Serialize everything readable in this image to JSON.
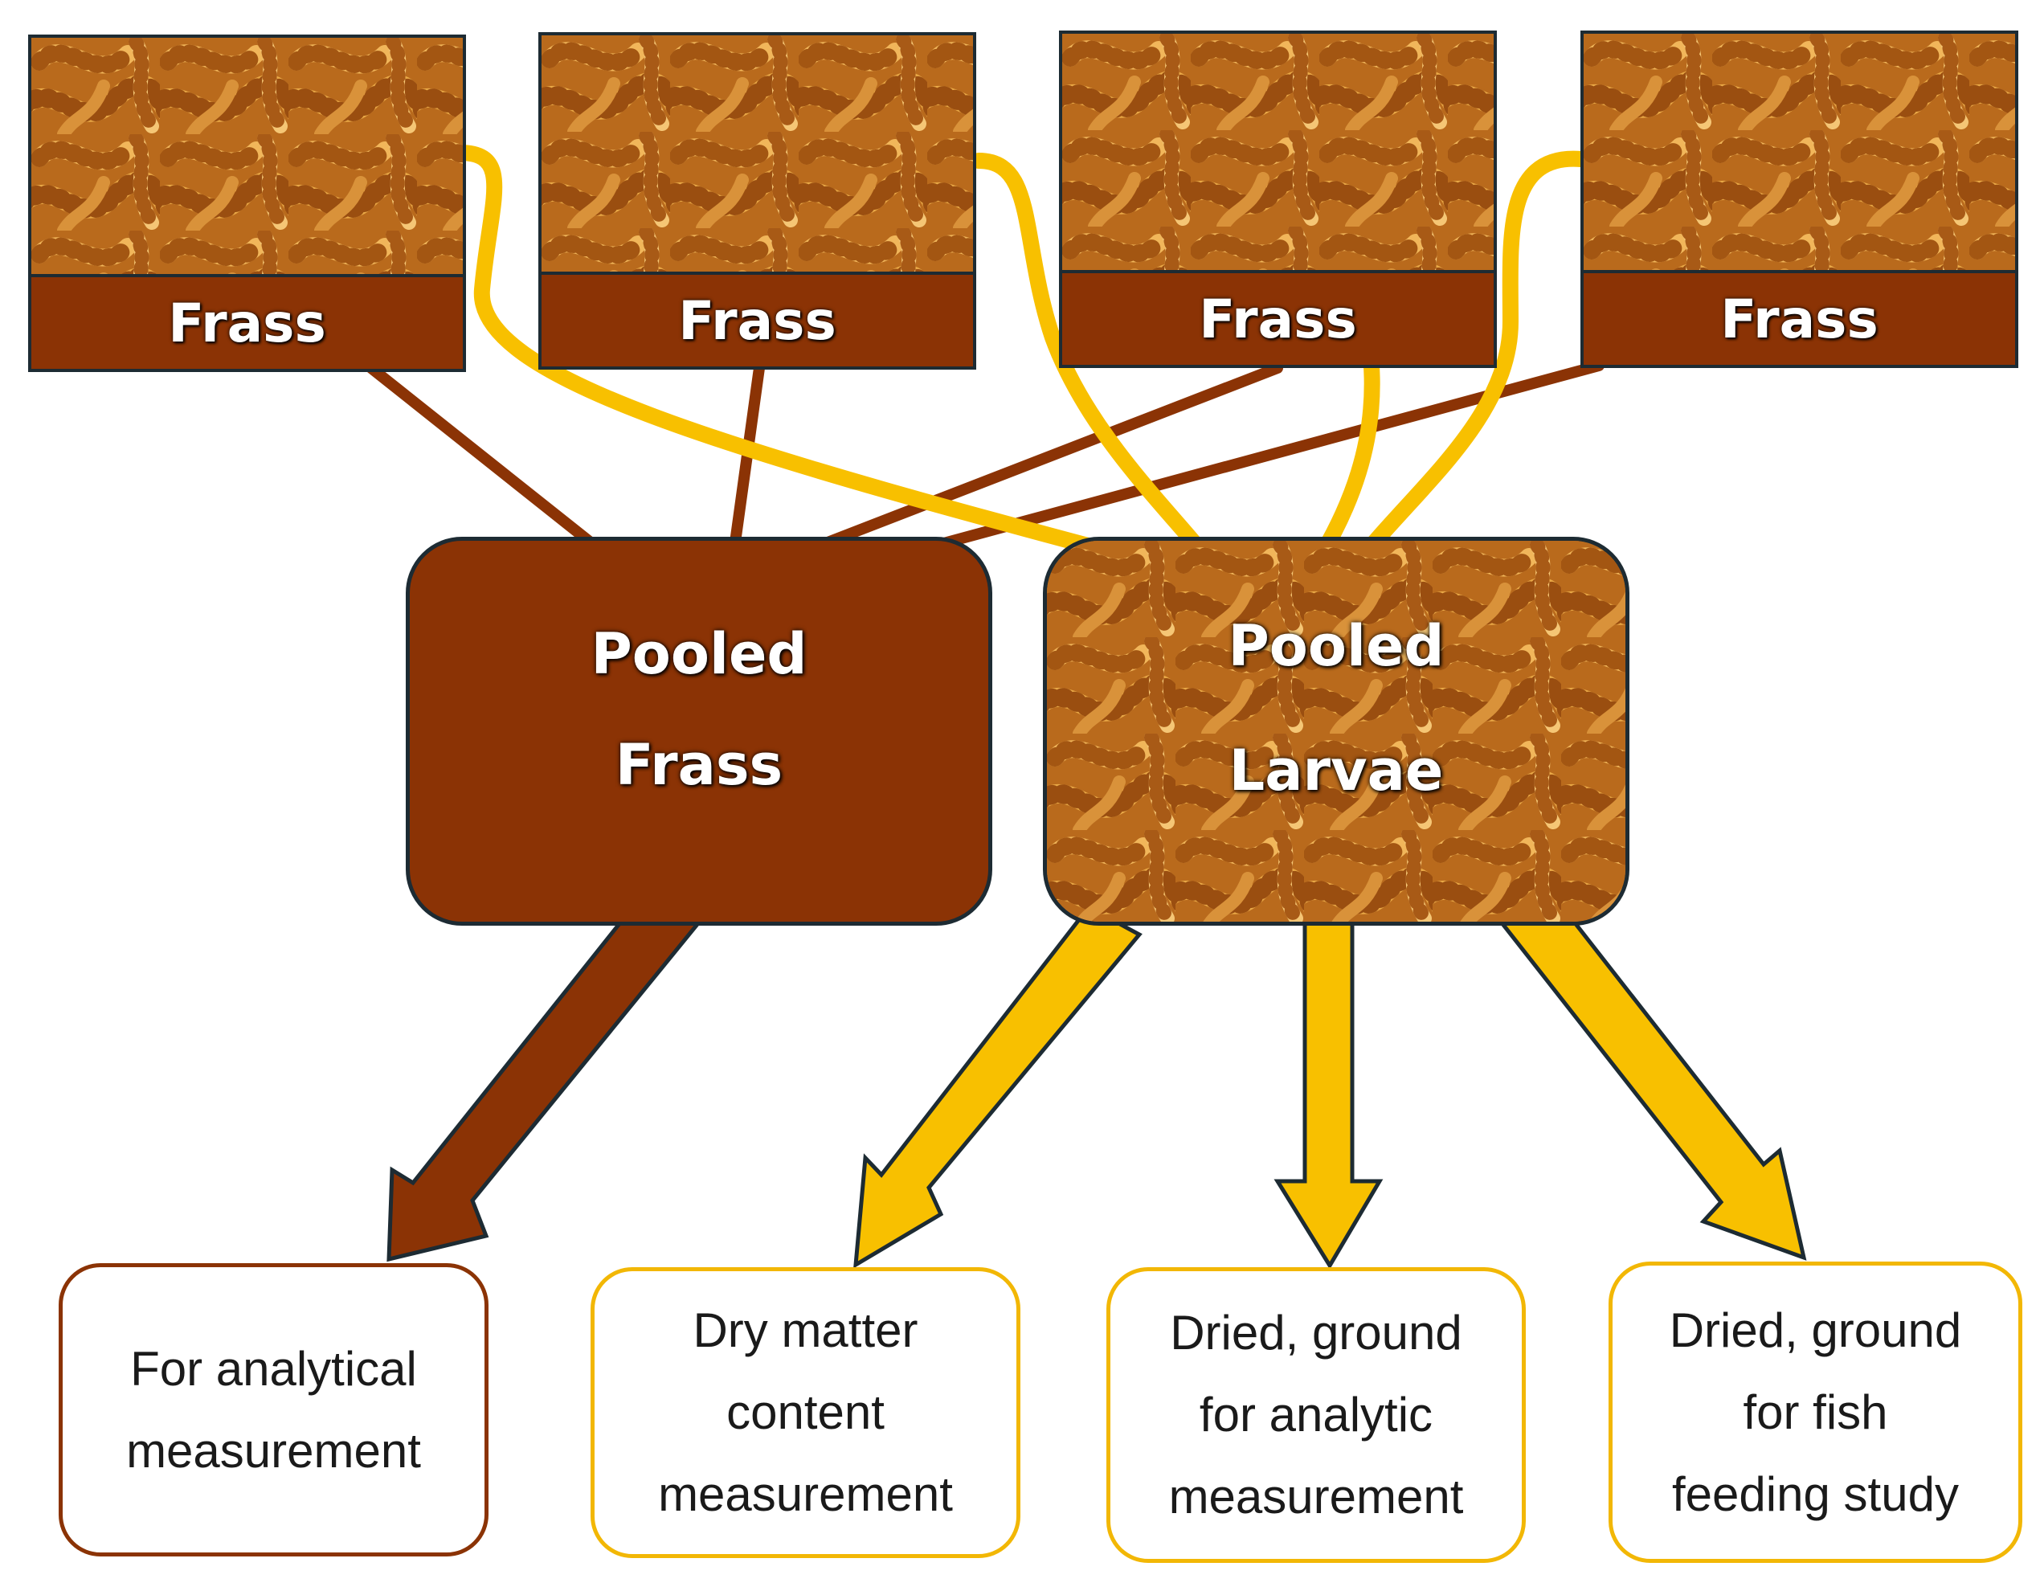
{
  "trays": [
    {
      "label": "Frass"
    },
    {
      "label": "Frass"
    },
    {
      "label": "Frass"
    },
    {
      "label": "Frass"
    }
  ],
  "pooled_frass": {
    "line1": "Pooled",
    "line2": "Frass"
  },
  "pooled_larvae": {
    "line1": "Pooled",
    "line2": "Larvae"
  },
  "outputs": [
    {
      "text": "For analytical\nmeasurement"
    },
    {
      "text": "Dry matter\ncontent\nmeasurement"
    },
    {
      "text": "Dried, ground\nfor analytic\nmeasurement"
    },
    {
      "text": "Dried, ground\nfor fish\nfeeding study"
    }
  ],
  "colors": {
    "frass_brown": "#8b3305",
    "larvae_gold": "#f2b705",
    "outline": "#1d2b33",
    "larva_texture": "#c77b21"
  },
  "icons": [
    "mealworm-texture"
  ]
}
